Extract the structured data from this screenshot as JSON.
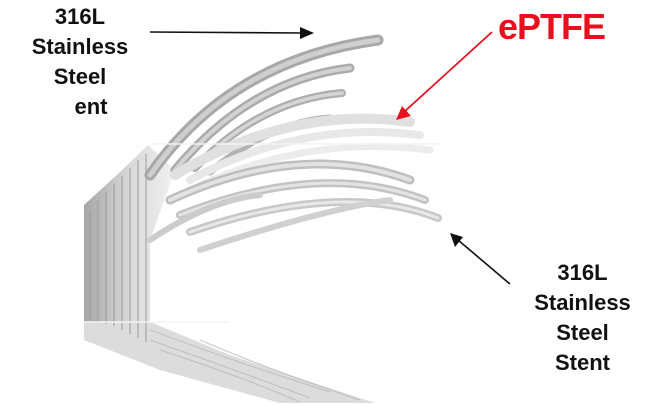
{
  "labels": {
    "top_left": {
      "line1": "316L",
      "line2": "Stainless",
      "line3": "Steel",
      "line4": "ent"
    },
    "bottom_right": {
      "line1": "316L",
      "line2": "Stainless",
      "line3": "Steel",
      "line4": "Stent"
    },
    "eptfe": "ePTFE"
  },
  "colors": {
    "eptfe_text": "#e8101e",
    "eptfe_arrow": "#e8101e",
    "black_arrow": "#111111",
    "stent_dark": "#a8a8a8",
    "stent_mid": "#c6c6c6",
    "stent_light": "#e2e2e2"
  }
}
